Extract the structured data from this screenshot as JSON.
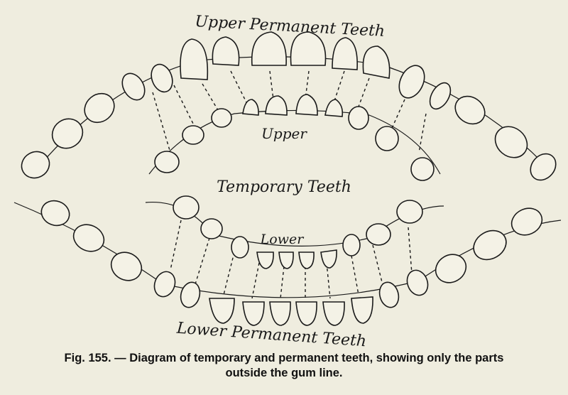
{
  "labels": {
    "upper_permanent": "Upper Permanent Teeth",
    "upper": "Upper",
    "temporary": "Temporary Teeth",
    "lower": "Lower",
    "lower_permanent": "Lower Permanent Teeth"
  },
  "caption": {
    "fig_label": "Fig. 155.",
    "line1": "— Diagram of temporary and permanent teeth, showing only the parts",
    "line2": "outside the gum line."
  }
}
